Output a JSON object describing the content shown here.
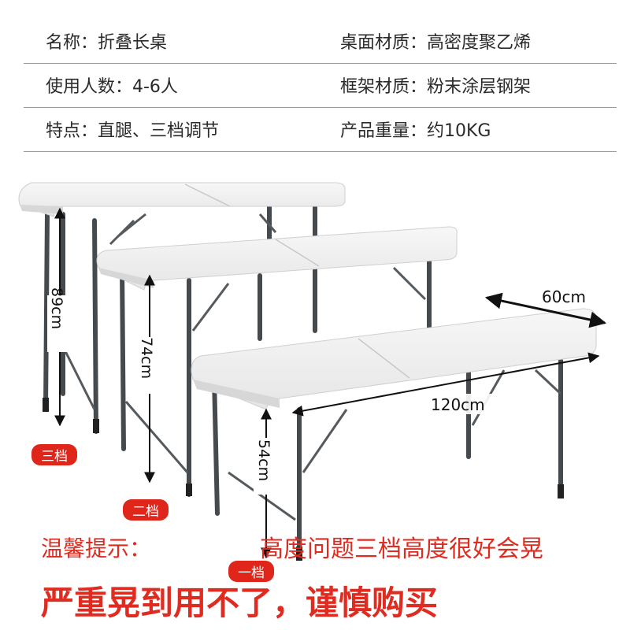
{
  "specs": [
    {
      "left": "名称：折叠长桌",
      "right": "桌面材质：高密度聚乙烯"
    },
    {
      "left": "使用人数：4-6人",
      "right": "框架材质：粉末涂层钢架"
    },
    {
      "left": "特点：直腿、三档调节",
      "right": "产品重量：约10KG"
    }
  ],
  "dimensions": {
    "high": "89cm",
    "mid": "74cm",
    "low": "54cm",
    "width": "60cm",
    "length": "120cm"
  },
  "levels": {
    "high": "三档",
    "mid": "二档",
    "low": "一档"
  },
  "notice": {
    "label": "温馨提示：",
    "line1": "高度问题三档高度很好会晃",
    "line2": "严重晃到用不了，谨慎购买"
  },
  "colors": {
    "accent_red": "#e0261b",
    "table_top": "#eeeeee",
    "frame": "#454a4f"
  }
}
